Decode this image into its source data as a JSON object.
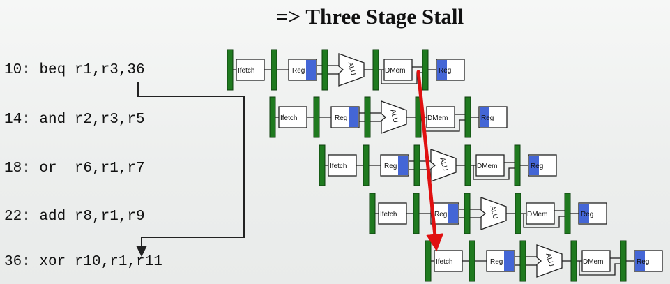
{
  "title": "=> Three Stage Stall",
  "instructions": [
    {
      "text": "10: beq r1,r3,36"
    },
    {
      "text": "14: and r2,r3,r5"
    },
    {
      "text": "18: or  r6,r1,r7"
    },
    {
      "text": "22: add r8,r1,r9"
    },
    {
      "text": "36: xor r10,r1,r11"
    }
  ],
  "stages": {
    "fetch": "Ifetch",
    "reg": "Reg",
    "alu": "ALU",
    "mem": "DMem",
    "wb": "Reg"
  },
  "colors": {
    "latch": "#1f7a1f",
    "reg_fill": "#4466d6",
    "arrow": "#e01010",
    "branch_line": "#222222"
  }
}
